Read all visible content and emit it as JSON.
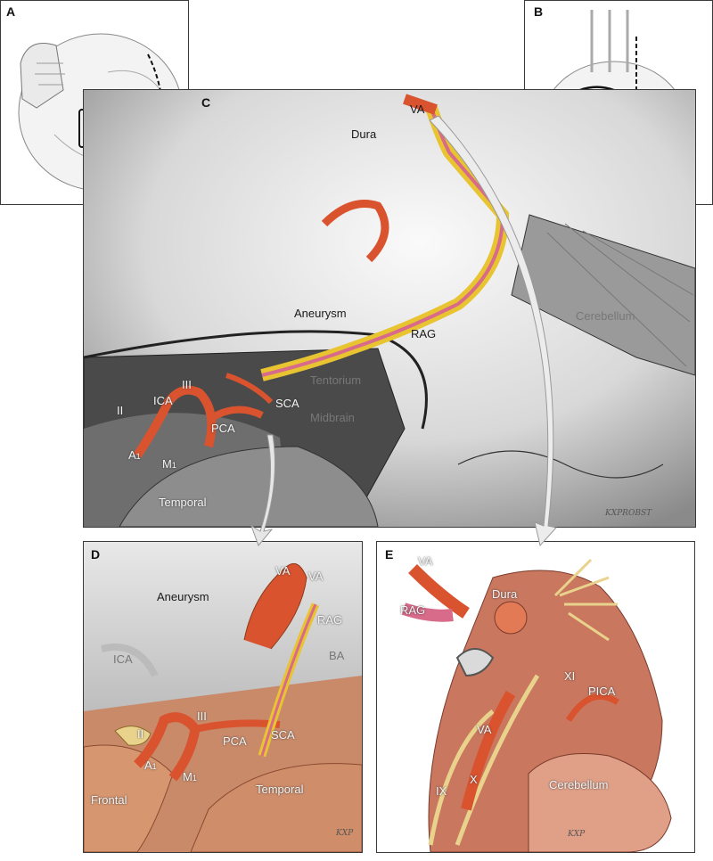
{
  "panels": {
    "a": {
      "letter": "A"
    },
    "b": {
      "letter": "B"
    },
    "c": {
      "letter": "C",
      "labels": {
        "va": "VA",
        "dura": "Dura",
        "aneurysm": "Aneurysm",
        "rag": "RAG",
        "cerebellum": "Cerebellum",
        "tentorium": "Tentorium",
        "iii": "III",
        "ica": "ICA",
        "ii": "II",
        "sca": "SCA",
        "midbrain": "Midbrain",
        "pca": "PCA",
        "a1": "A",
        "a1_sub": "1",
        "m1": "M",
        "m1_sub": "1",
        "temporal": "Temporal"
      },
      "signature": "KXPROBST"
    },
    "d": {
      "letter": "D",
      "labels": {
        "va_left": "VA",
        "va_right": "VA",
        "aneurysm": "Aneurysm",
        "rag": "RAG",
        "ica": "ICA",
        "ba": "BA",
        "iii": "III",
        "sca": "SCA",
        "ii": "II",
        "pca": "PCA",
        "a1": "A",
        "a1_sub": "1",
        "m1": "M",
        "m1_sub": "1",
        "frontal": "Frontal",
        "temporal": "Temporal"
      },
      "signature": "KXP"
    },
    "e": {
      "letter": "E",
      "labels": {
        "va_top": "VA",
        "rag": "RAG",
        "dura": "Dura",
        "xi": "XI",
        "pica": "PICA",
        "va_mid": "VA",
        "ix": "IX",
        "x": "X",
        "cerebellum": "Cerebellum"
      },
      "signature": "KXP"
    }
  },
  "colors": {
    "artery": "#d9532f",
    "graft_yellow": "#e8c431",
    "graft_pink": "#d86a8a",
    "nerve": "#e9d28c",
    "muscle": "#c9775f"
  }
}
